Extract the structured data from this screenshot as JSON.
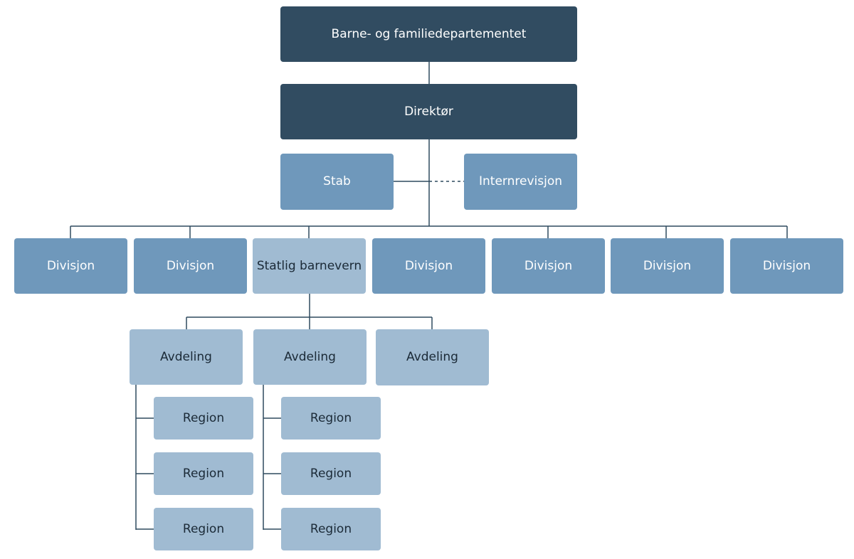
{
  "colors": {
    "dark": "#314c61",
    "mid": "#6f98bb",
    "light": "#a0bbd2",
    "line": "#2f4a5f"
  },
  "chart": {
    "root": "Barne- og familiedepartementet",
    "director": "Direktør",
    "staff": [
      "Stab",
      "Internrevisjon"
    ],
    "divisions": [
      "Divisjon",
      "Divisjon",
      "Statlig barnevern",
      "Divisjon",
      "Divisjon",
      "Divisjon",
      "Divisjon"
    ],
    "departments": [
      "Avdeling",
      "Avdeling",
      "Avdeling"
    ],
    "regions_a": [
      "Region",
      "Region",
      "Region"
    ],
    "regions_b": [
      "Region",
      "Region",
      "Region"
    ]
  }
}
